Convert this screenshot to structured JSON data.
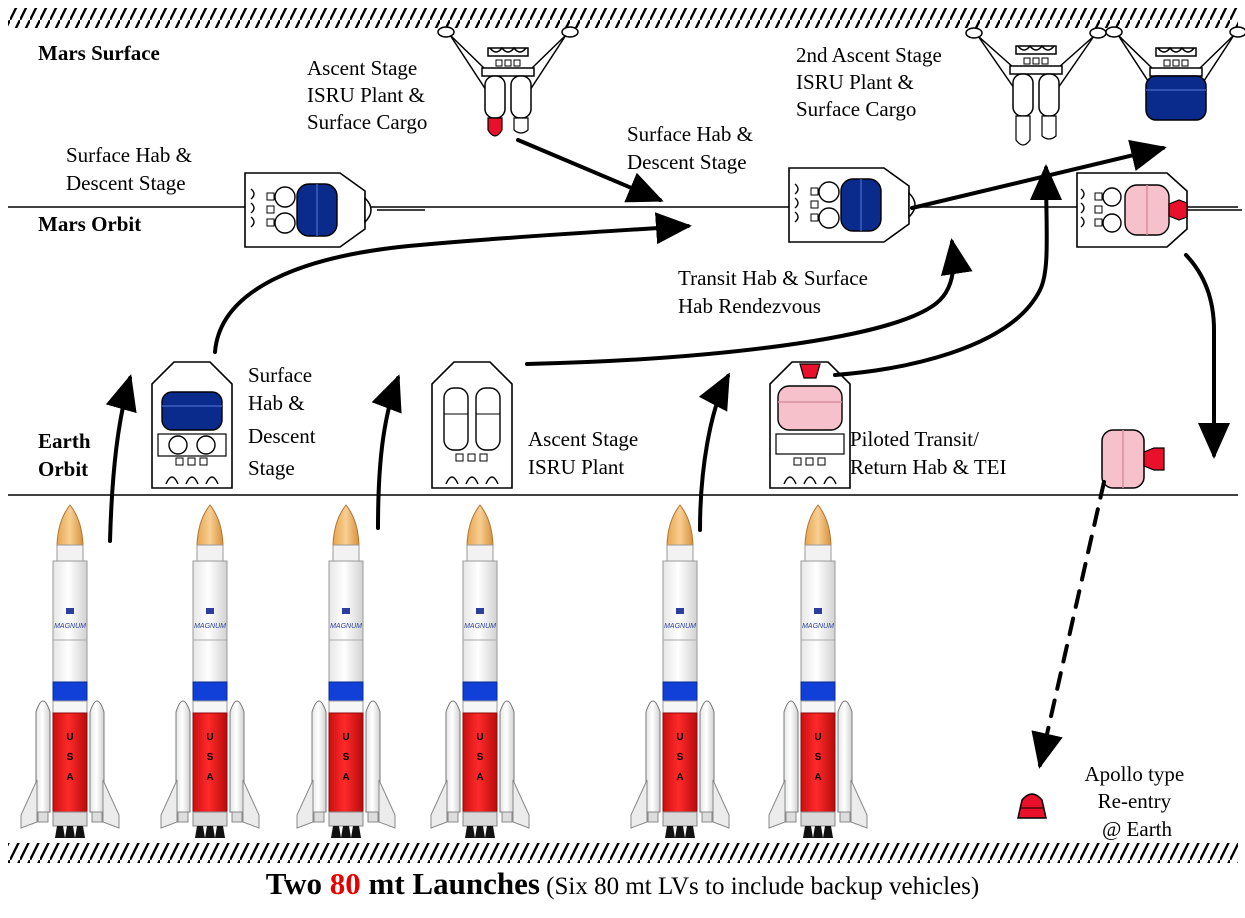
{
  "zones": {
    "mars_surface": "Mars Surface",
    "mars_orbit": "Mars Orbit",
    "earth_orbit_line1": "Earth",
    "earth_orbit_line2": "Orbit"
  },
  "labels": {
    "ascent_cargo": [
      "Ascent Stage",
      "ISRU Plant &",
      "Surface Cargo"
    ],
    "second_ascent_cargo": [
      "2nd Ascent Stage",
      "ISRU Plant &",
      "Surface Cargo"
    ],
    "surface_hab_orbit_left": [
      "Surface Hab &",
      "Descent Stage"
    ],
    "surface_hab_orbit_center": [
      "Surface Hab &",
      "Descent Stage"
    ],
    "rendezvous": [
      "Transit Hab & Surface",
      "Hab Rendezvous"
    ],
    "surface_hab_leo": [
      "Surface",
      "Hab &",
      "Descent",
      "Stage"
    ],
    "ascent_isru_leo": [
      "Ascent Stage",
      "ISRU Plant"
    ],
    "piloted_transit_leo": [
      "Piloted Transit/",
      "Return Hab & TEI"
    ],
    "apollo_reentry": [
      "Apollo type",
      "Re-entry",
      "@ Earth"
    ]
  },
  "rocket": {
    "brand": "MAGNUM",
    "flag_letters": [
      "U",
      "S",
      "A"
    ],
    "count": 6
  },
  "caption": {
    "prefix": "Two ",
    "number": "80",
    "suffix": " mt Launches",
    "note": " (Six 80 mt LVs to include backup vehicles)"
  },
  "colors": {
    "hab_blue": "#0a2a8c",
    "return_pink": "#f7c1cc",
    "capsule_red": "#e8102a",
    "booster_red": "#ee1c1c",
    "band_blue": "#1040d8",
    "nose_orange": "#f0b466"
  }
}
